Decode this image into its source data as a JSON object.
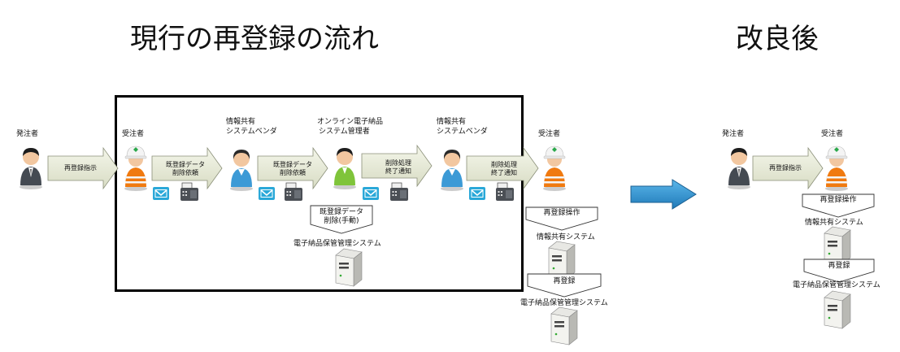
{
  "titles": {
    "current": "現行の再登録の流れ",
    "improved": "改良後"
  },
  "actors": {
    "orderer": "発注者",
    "contractor": "受注者",
    "vendor_line1": "情報共有",
    "vendor_line2": "システムベンダ",
    "admin_line1": "オンライン電子納品",
    "admin_line2": "システム管理者"
  },
  "arrows": {
    "reregister_instruction": "再登録指示",
    "delete_request": "既登録データ\n削除依頼",
    "delete_request_2": "既登録データ\n削除依頼",
    "delete_done": "削除処理\n終了通知",
    "delete_done_2": "削除処理\n終了通知",
    "reregister_instruction_right": "再登録指示"
  },
  "callouts": {
    "manual_delete": "既登録データ\n削除(手動)",
    "reregister_op": "再登録操作",
    "reregister": "再登録",
    "reregister_op_right": "再登録操作",
    "reregister_right": "再登録"
  },
  "systems": {
    "archive": "電子納品保管管理システム",
    "info_share": "情報共有システム",
    "archive_mid": "電子納品保管管理システム",
    "info_share_right": "情報共有システム",
    "archive_right": "電子納品保管管理システム"
  },
  "icons": [
    "person-suit-icon",
    "worker-helmet-icon",
    "person-blue-icon",
    "person-green-icon",
    "mail-icon",
    "fax-icon",
    "server-icon",
    "big-arrow-icon"
  ],
  "colors": {
    "arrow_fill": "#e6ead5",
    "big_arrow": "#2e93d1",
    "mail": "#2aa8d8",
    "vest": "#f07a10"
  }
}
